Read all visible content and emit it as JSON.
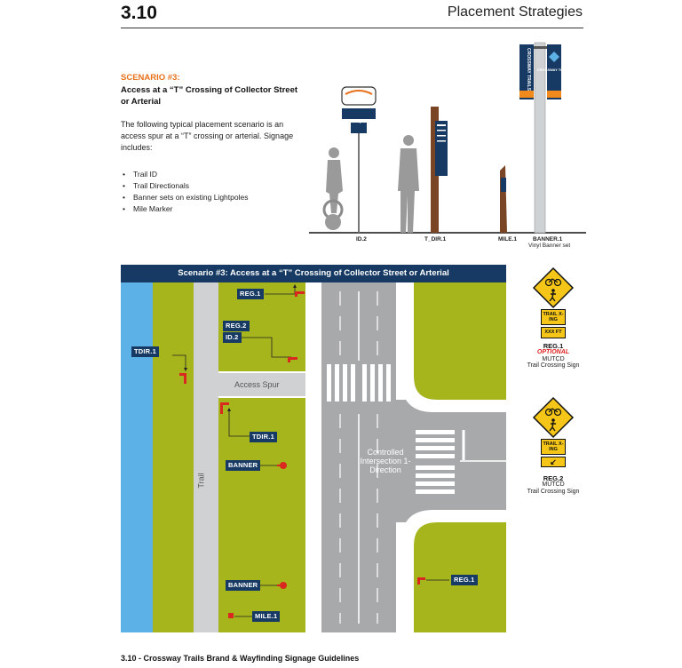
{
  "header": {
    "section_number": "3.10",
    "section_title": "Placement Strategies"
  },
  "scenario": {
    "label": "SCENARIO #3:",
    "heading": "Access at a “T” Crossing of Collector Street or Arterial",
    "intro": "The following typical placement scenario is an access spur at a “T” crossing or arterial. Signage includes:",
    "bullets": [
      "Trail ID",
      "Trail Directionals",
      "Banner sets on existing Lightpoles",
      "Mile Marker"
    ]
  },
  "elevation": {
    "labels": [
      "ID.2",
      "T_DIR.1",
      "MILE.1",
      "BANNER.1",
      "Vinyl Banner set"
    ],
    "banner_texts": [
      "CROSSWAY TRAILS",
      "CROSSWAY TRAILS"
    ],
    "sign_direction": "→"
  },
  "plan": {
    "title": "Scenario #3:  Access at a “T” Crossing of Collector Street or Arterial",
    "access_spur": "Access Spur",
    "trail": "Trail",
    "intersection": "Controlled Intersection 1-Direction",
    "tags": {
      "reg1_top": "REG.1",
      "reg2": "REG.2",
      "id2": "ID.2",
      "tdir1_left": "TDIR.1",
      "tdir1_center": "TDIR.1",
      "banner_a": "BANNER",
      "banner_b": "BANNER",
      "mile1": "MILE.1",
      "reg1_bottom": "REG.1"
    }
  },
  "legend": {
    "reg1": {
      "plate1": "TRAIL X-ING",
      "plate2": "XXX FT",
      "name": "REG.1",
      "optional": "OPTIONAL",
      "mutcd": "MUTCD",
      "desc": "Trail Crossing Sign"
    },
    "reg2": {
      "plate1": "TRAIL X-ING",
      "arrow": "↙",
      "name": "REG.2",
      "mutcd": "MUTCD",
      "desc": "Trail Crossing Sign"
    }
  },
  "footer": "3.10 - Crossway Trails Brand & Wayfinding Signage Guidelines",
  "colors": {
    "navy": "#163a63",
    "grass": "#a6b51c",
    "water": "#5cb2e6",
    "road": "#a7a9ab",
    "sign_yellow": "#f5c518",
    "accent_orange": "#e8701a",
    "red": "#e02020"
  }
}
